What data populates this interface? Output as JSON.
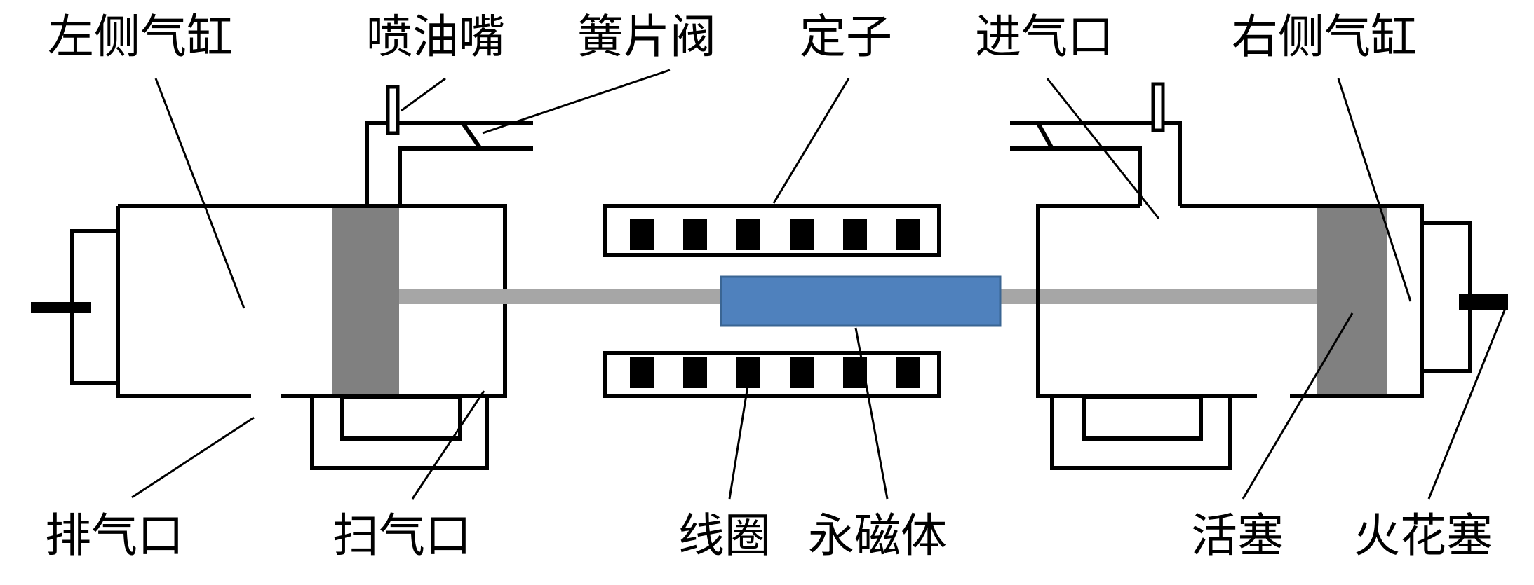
{
  "labels": {
    "left_cylinder": "左侧气缸",
    "injector": "喷油嘴",
    "reed_valve": "簧片阀",
    "stator": "定子",
    "intake_port": "进气口",
    "right_cylinder": "右侧气缸",
    "exhaust_port": "排气口",
    "scavenging_port": "扫气口",
    "coil": "线圈",
    "permanent_magnet": "永磁体",
    "piston": "活塞",
    "spark_plug": "火花塞"
  },
  "colors": {
    "line": "#000000",
    "piston": "#808080",
    "rod": "#a6a6a6",
    "magnet_fill": "#4f81bd",
    "magnet_border": "#3a6593",
    "coil": "#000000"
  }
}
